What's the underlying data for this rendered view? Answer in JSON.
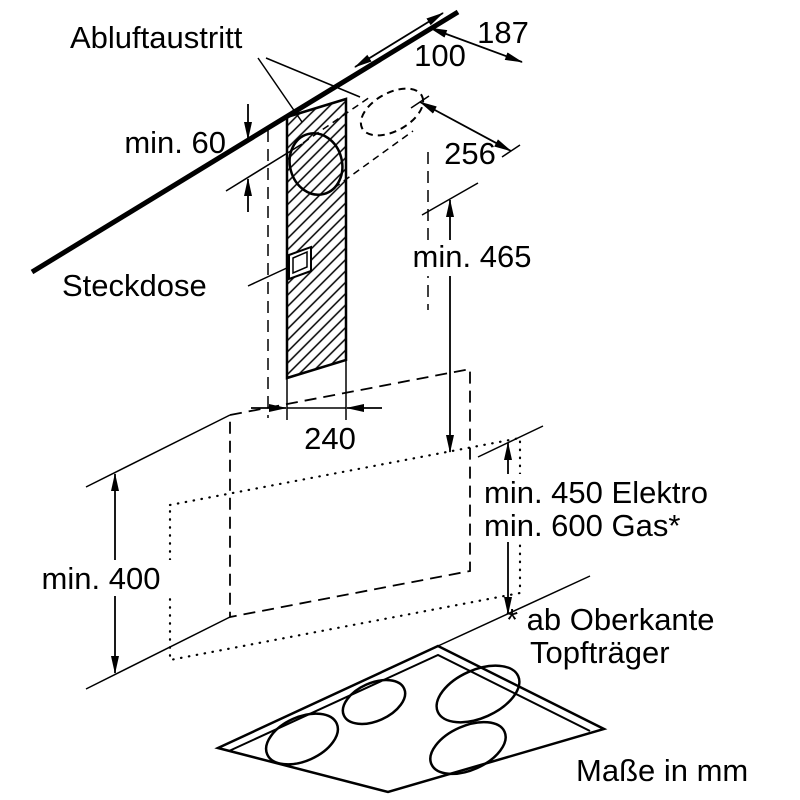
{
  "labels": {
    "air_outlet": "Abluftaustritt",
    "socket": "Steckdose",
    "dim_187": "187",
    "dim_100": "100",
    "dim_256": "256",
    "min_60": "min. 60",
    "min_465": "min. 465",
    "dim_240": "240",
    "min_400": "min. 400",
    "min_450_elektro": "min. 450 Elektro",
    "min_600_gas": "min. 600 Gas*",
    "footnote_1": "* ab Oberkante",
    "footnote_2": "Topfträger",
    "units": "Maße in mm"
  },
  "colors": {
    "line": "#000000",
    "background": "#ffffff"
  }
}
